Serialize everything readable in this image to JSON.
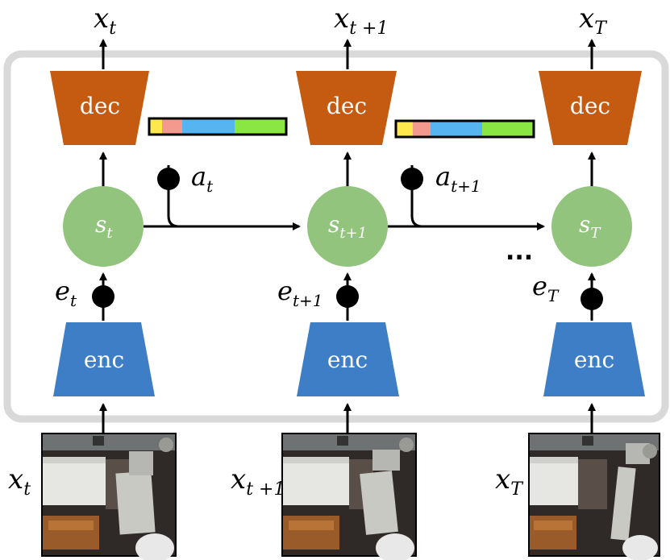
{
  "diagram": {
    "columns": [
      {
        "output": {
          "base": "x",
          "sub": "t"
        },
        "decoder_label": "dec",
        "state": {
          "base": "s",
          "sub": "t"
        },
        "embedding": {
          "base": "e",
          "sub": "t"
        },
        "encoder_label": "enc",
        "input": {
          "base": "x",
          "sub": "t"
        }
      },
      {
        "output": {
          "base": "x",
          "sub": "t +1"
        },
        "decoder_label": "dec",
        "state": {
          "base": "s",
          "sub": "t+1"
        },
        "embedding": {
          "base": "e",
          "sub": "t+1"
        },
        "encoder_label": "enc",
        "input": {
          "base": "x",
          "sub": "t +1"
        }
      },
      {
        "output": {
          "base": "x",
          "sub": "T"
        },
        "decoder_label": "dec",
        "state": {
          "base": "s",
          "sub": "T"
        },
        "embedding": {
          "base": "e",
          "sub": "T"
        },
        "encoder_label": "enc",
        "input": {
          "base": "x",
          "sub": "T"
        }
      }
    ],
    "actions": [
      {
        "base": "a",
        "sub": "t"
      },
      {
        "base": "a",
        "sub": "t+1"
      }
    ],
    "ellipsis": "...",
    "colors": {
      "decoder": "#c55a11",
      "encoder": "#3d7ec6",
      "state": "#92c47d",
      "frame": "#d9d9d9",
      "action_bar": [
        "#ffe84d",
        "#f4998d",
        "#56b4f0",
        "#8ae642"
      ]
    }
  }
}
